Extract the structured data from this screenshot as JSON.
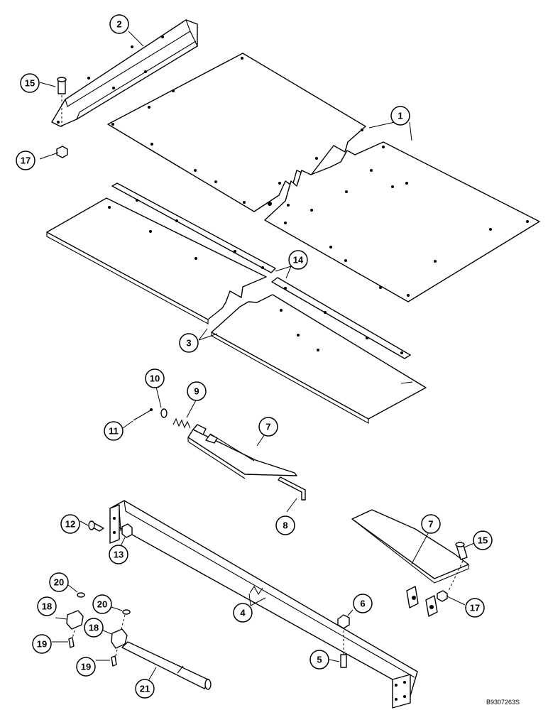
{
  "callouts": {
    "c1": "1",
    "c2": "2",
    "c3": "3",
    "c4": "4",
    "c5": "5",
    "c6": "6",
    "c7a": "7",
    "c7b": "7",
    "c8": "8",
    "c9": "9",
    "c10": "10",
    "c11": "11",
    "c12": "12",
    "c13": "13",
    "c14": "14",
    "c15a": "15",
    "c15b": "15",
    "c17a": "17",
    "c17b": "17",
    "c18a": "18",
    "c18b": "18",
    "c19a": "19",
    "c19b": "19",
    "c20a": "20",
    "c20b": "20",
    "c21": "21"
  },
  "figure_code": "B9307263S",
  "colors": {
    "line": "#000000",
    "background": "#ffffff"
  }
}
